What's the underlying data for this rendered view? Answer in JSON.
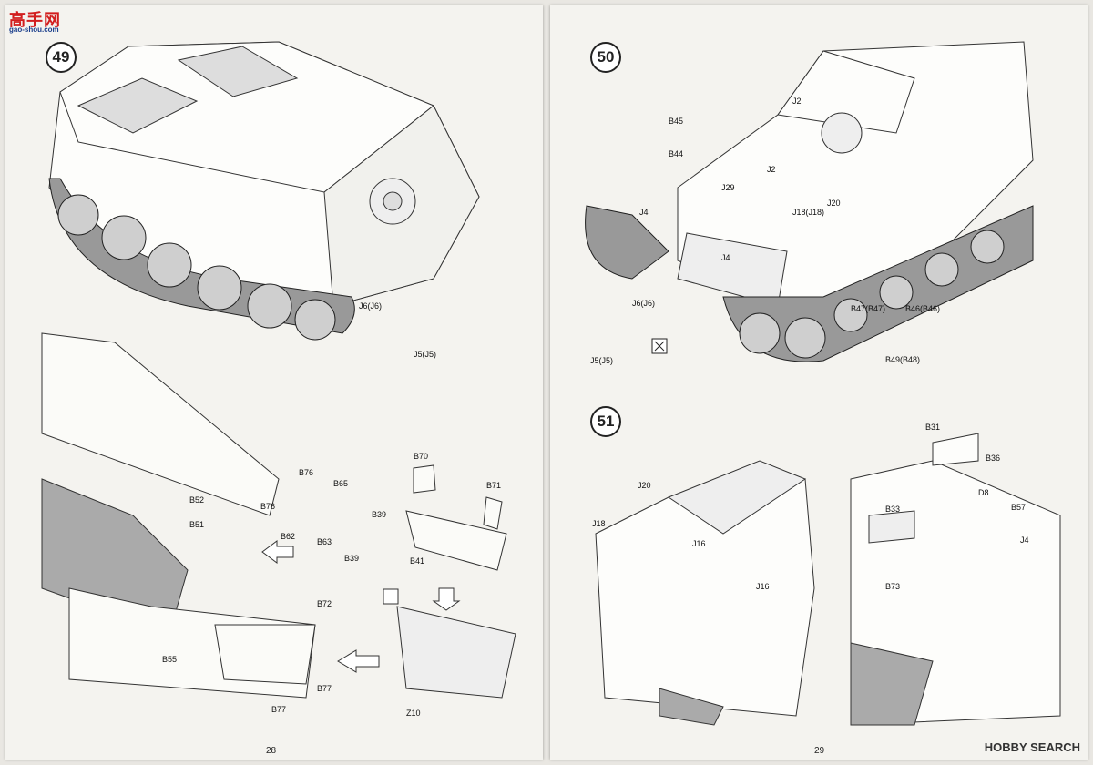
{
  "watermark": {
    "site_cn": "高手网",
    "site_url": "gao-shou.com",
    "hobby_search": "HOBBY SEARCH"
  },
  "left_page": {
    "page_number": "28",
    "step49": {
      "number": "49",
      "labels": [
        "J6(J6)",
        "J5(J5)"
      ]
    },
    "lower": {
      "labels": [
        "B76",
        "B65",
        "B52",
        "B76",
        "B39",
        "B51",
        "B62",
        "B63",
        "B39",
        "B72",
        "B55",
        "B77",
        "B77",
        "B70",
        "B71",
        "B41",
        "Z10"
      ]
    }
  },
  "right_page": {
    "page_number": "29",
    "step50": {
      "number": "50",
      "labels": [
        "J2",
        "B45",
        "B44",
        "J2",
        "J29",
        "J18(J18)",
        "J20",
        "J4",
        "J6(J6)",
        "J4",
        "B47(B47)",
        "B46(B46)",
        "J5(J5)",
        "B49(B48)"
      ]
    },
    "step51": {
      "number": "51",
      "labels": [
        "J20",
        "J18",
        "J16",
        "J16",
        "B31",
        "B36",
        "D8",
        "B33",
        "B57",
        "J4",
        "B73"
      ]
    }
  }
}
